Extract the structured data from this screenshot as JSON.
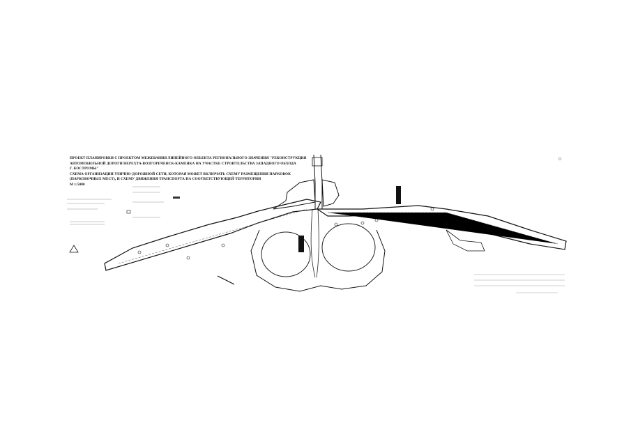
{
  "document": {
    "title_lines": [
      "ПРОЕКТ ПЛАНИРОВКИ С ПРОЕКТОМ МЕЖЕВАНИЯ ЛИНЕЙНОГО ОБЪЕКТА РЕГИОНАЛЬНОГО ЗНАЧЕНИЯ \"РЕКОНСТРУКЦИЯ",
      "АВТОМОБИЛЬНОЙ ДОРОГИ НЕРЕХТА-ВОЛГОРЕЧЕНСК-КАМЕНКА НА УЧАСТКЕ СТРОИТЕЛЬСТВА ЗАПАДНОГО ОБХОДА",
      "г. КОСТРОМЫ\"",
      "СХЕМА ОРГАНИЗАЦИИ УЛИЧНО-ДОРОЖНОЙ СЕТИ, КОТОРАЯ МОЖЕТ ВКЛЮЧАТЬ СХЕМУ РАЗМЕЩЕНИЯ ПАРКОВОК",
      "(ПАРКОВОЧНЫХ МЕСТ), И СХЕМУ ДВИЖЕНИЯ ТРАНСПОРТА НА СООТВЕТСТВУЮЩЕЙ ТЕРРИТОРИИ",
      "М 1:5000"
    ],
    "scale": "М 1:5000"
  }
}
